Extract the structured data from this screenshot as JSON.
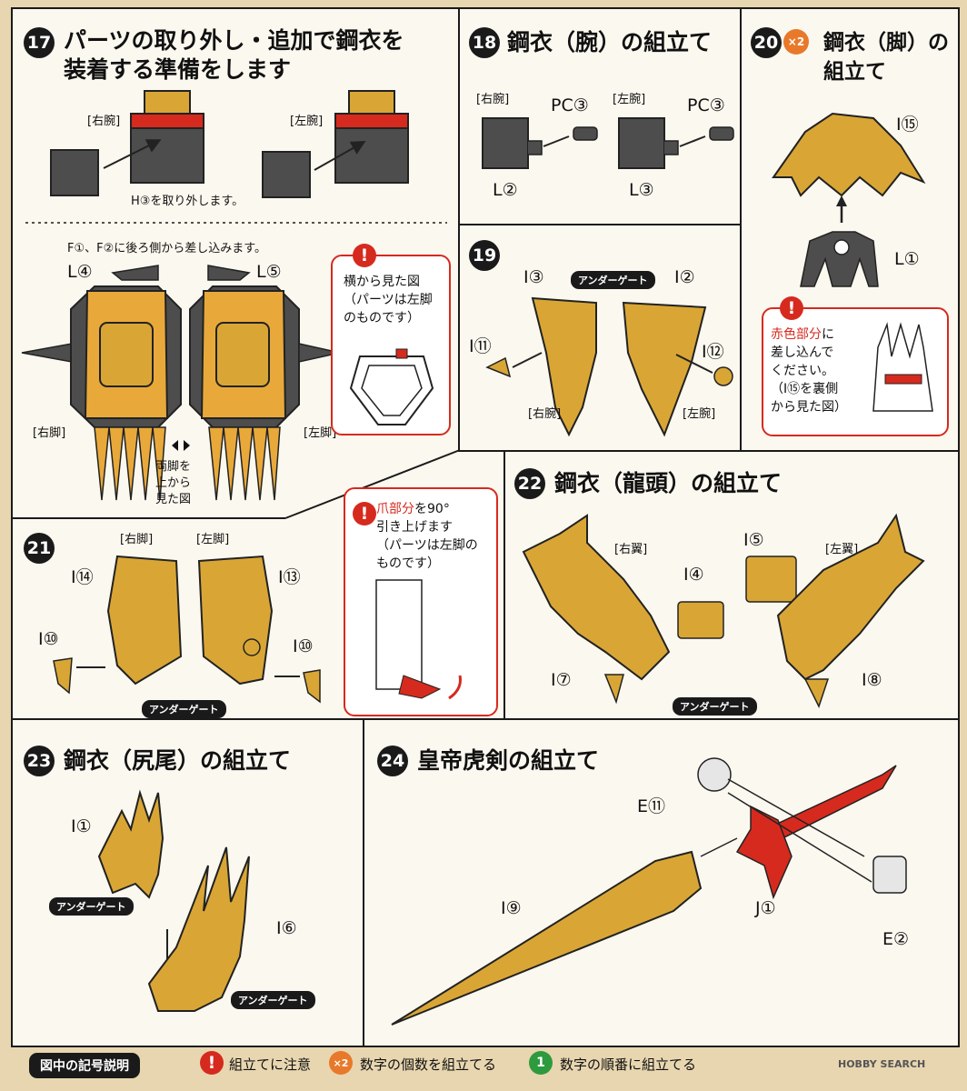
{
  "steps": {
    "s17": {
      "num": "17",
      "title_line1": "パーツの取り外し・追加で鋼衣を",
      "title_line2": "装着する準備をします",
      "label_right_arm": "[右腕]",
      "label_left_arm": "[左腕]",
      "remove_note": "H③を取り外します。",
      "insert_note": "F①、F②に後ろ側から差し込みます。",
      "part_l4": "L④",
      "part_l5": "L⑤",
      "label_right_leg": "[右脚]",
      "label_left_leg": "[左脚]",
      "top_view_note": "両脚を\n上から\n見た図",
      "side_view_note": "横から見た図\n（パーツは左脚\nのものです）"
    },
    "s18": {
      "num": "18",
      "title": "鋼衣（腕）の組立て",
      "label_right_arm": "[右腕]",
      "label_left_arm": "[左腕]",
      "pc_label_a": "PC③",
      "pc_label_b": "PC③",
      "part_l2": "L②",
      "part_l3": "L③"
    },
    "s19": {
      "num": "19",
      "part_i3": "I③",
      "gate": "アンダーゲート",
      "part_i2": "I②",
      "part_i11": "I⑪",
      "part_i12": "I⑫",
      "label_right_arm": "[右腕]",
      "label_left_arm": "[左腕]"
    },
    "s20": {
      "num": "20",
      "multiplier": "×2",
      "title_line1": "鋼衣（脚）の",
      "title_line2": "組立て",
      "part_i15": "I⑮",
      "part_l1": "L①",
      "note_red": "赤色部分",
      "note_rest": "に\n差し込んで\nください。\n（I⑮を裏側\nから見た図）"
    },
    "s21": {
      "num": "21",
      "label_right_leg": "[右脚]",
      "label_left_leg": "[左脚]",
      "part_i14": "I⑭",
      "part_i13": "I⑬",
      "part_i10_a": "I⑩",
      "part_i10_b": "I⑩",
      "gate": "アンダーゲート",
      "note_red": "爪部分",
      "note_rest": "を90°\n引き上げます\n（パーツは左脚の\nものです）"
    },
    "s22": {
      "num": "22",
      "title": "鋼衣（龍頭）の組立て",
      "label_right_wing": "[右翼]",
      "label_left_wing": "[左翼]",
      "part_i4": "I④",
      "part_i5": "I⑤",
      "part_i7": "I⑦",
      "part_i8": "I⑧",
      "gate": "アンダーゲート"
    },
    "s23": {
      "num": "23",
      "title": "鋼衣（尻尾）の組立て",
      "part_i1": "I①",
      "part_i6": "I⑥",
      "gate_a": "アンダーゲート",
      "gate_b": "アンダーゲート"
    },
    "s24": {
      "num": "24",
      "title": "皇帝虎剣の組立て",
      "part_e11": "E⑪",
      "part_i9": "I⑨",
      "part_j1": "J①",
      "part_e2": "E②"
    }
  },
  "legend": {
    "title": "図中の記号説明",
    "caution": "組立てに注意",
    "count": "数字の個数を組立てる",
    "count_badge": "×2",
    "order": "数字の順番に組立てる",
    "order_badge": "1",
    "warn_symbol": "!"
  },
  "watermark": "HOBBY SEARCH",
  "colors": {
    "gold": "#d9a636",
    "gray": "#4d4d4d",
    "red": "#d62a1e",
    "orange": "#e8792a",
    "green": "#2e9a3e"
  }
}
